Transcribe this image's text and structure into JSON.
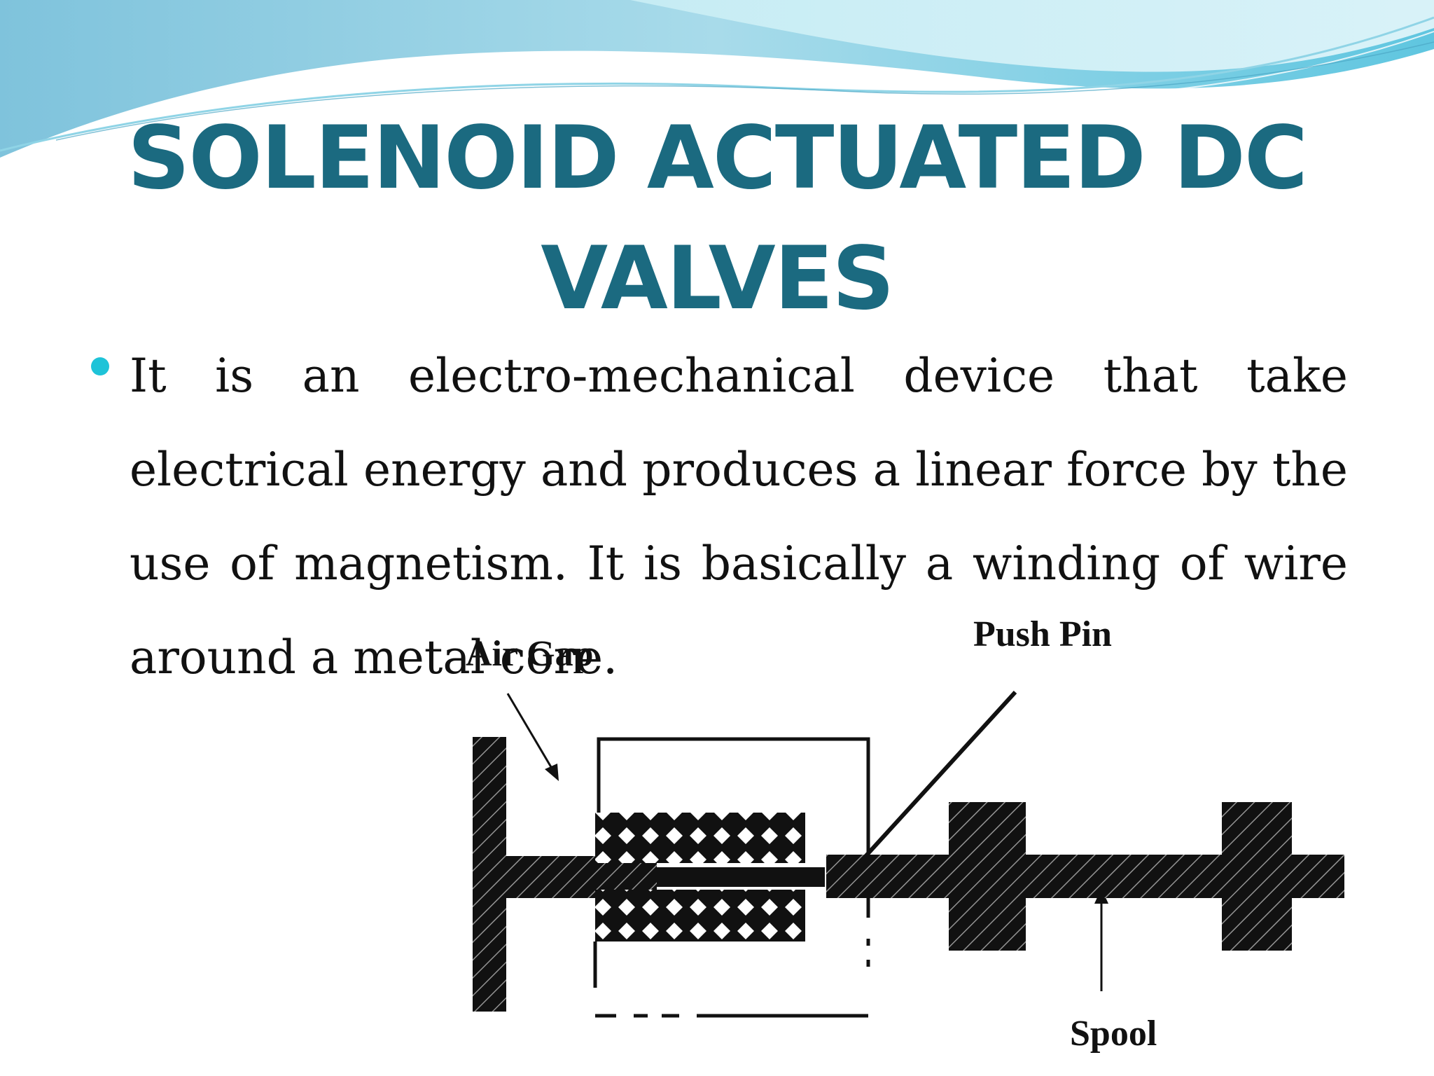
{
  "slide": {
    "title_line1": "SOLENOID ACTUATED DC",
    "title_line2": "VALVES",
    "bullet_text": "It is an electro-mechanical device that take electrical energy and produces a linear force by the use of magnetism. It is basically a winding of wire around a metal core.",
    "accent_color": "#1b6a80",
    "bullet_color": "#1ec3d8"
  },
  "diagram": {
    "labels": {
      "air_gap": "Air Gap",
      "push_pin": "Push Pin",
      "spool": "Spool"
    }
  }
}
